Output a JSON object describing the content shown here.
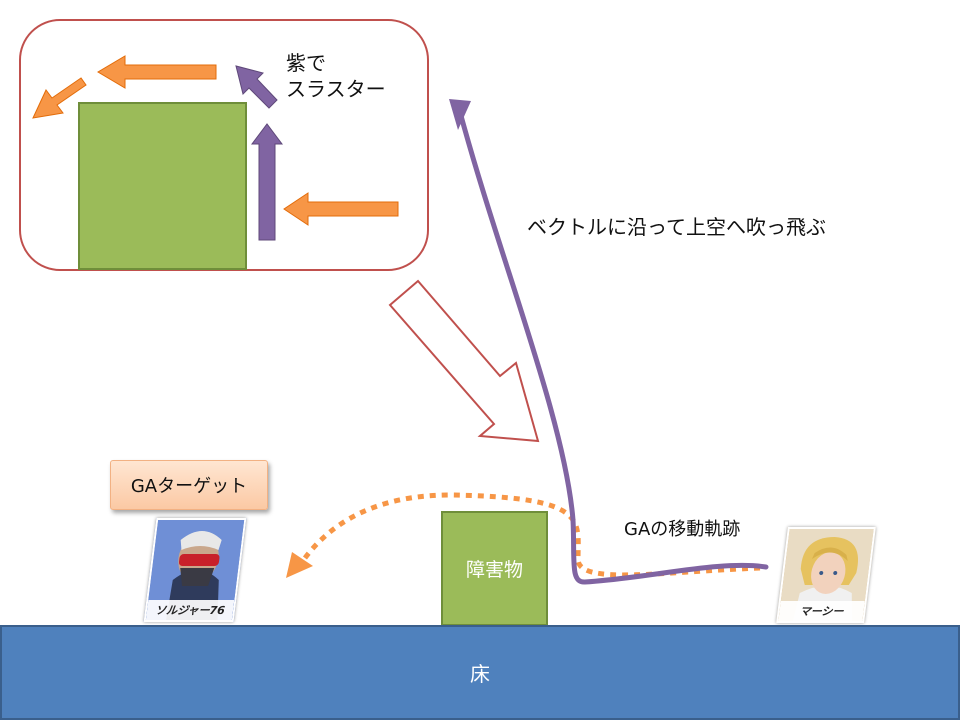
{
  "labels": {
    "thruster_line1": "紫で",
    "thruster_line2": "スラスター",
    "vector_caption": "ベクトルに沿って上空へ吹っ飛ぶ",
    "ga_target": "GAターゲット",
    "ga_path": "GAの移動軌跡",
    "obstacle": "障害物",
    "floor": "床"
  },
  "characters": {
    "soldier_name": "ソルジャー76",
    "mercy_name": "マーシー"
  },
  "colors": {
    "thrust_arrow_orange": "#f79646",
    "thrust_arrow_purple": "#8064a2",
    "trajectory_purple": "#8064a2",
    "ga_path_orange": "#f79646",
    "obstacle_green": "#9bbb59",
    "floor_blue": "#4f81bd",
    "frame_red": "#c0504d"
  }
}
